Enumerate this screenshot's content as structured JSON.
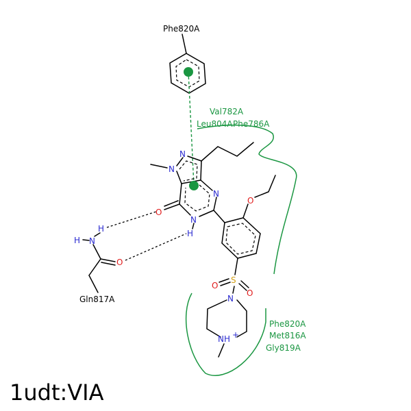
{
  "title": "1udt:VIA",
  "colors": {
    "hydrophobic": "#1a9641",
    "nitrogen": "#2b2bd0",
    "oxygen": "#e01b1b",
    "sulfur": "#d4a017",
    "bond": "#000000"
  },
  "residues": {
    "phe820_top": "Phe820A",
    "gln817": "Gln817A"
  },
  "pocket_residues": {
    "val782": "Val782A",
    "leu804": "Leu804A",
    "phe786": "Phe786A",
    "phe820": "Phe820A",
    "met816": "Met816A",
    "gly819": "Gly819A"
  },
  "atoms": {
    "N": "N",
    "O": "O",
    "S": "S",
    "H": "H",
    "NHplus": "NH",
    "plus": "+"
  }
}
